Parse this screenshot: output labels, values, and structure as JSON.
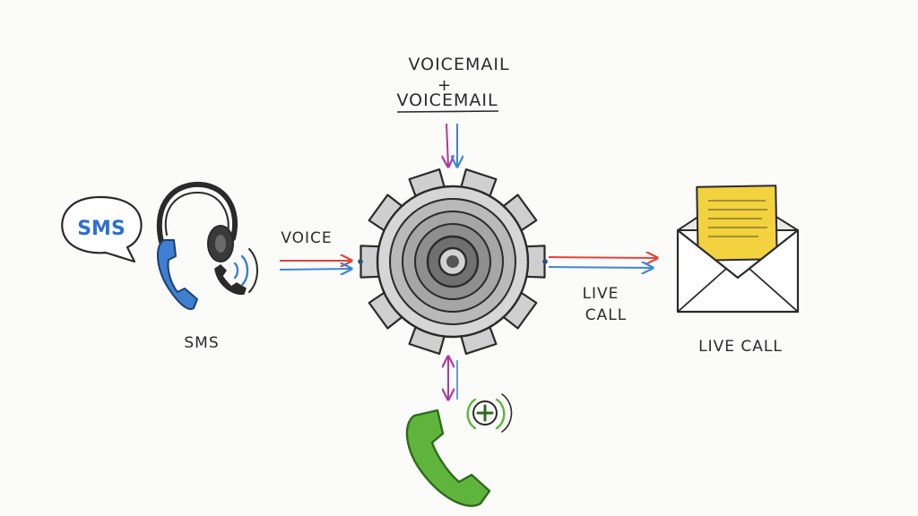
{
  "labels": {
    "voicemail_top": "VOICEMAIL",
    "plus": "+",
    "voicemail_bottom": "VOICEMAIL",
    "sms_bubble": "SMS",
    "sms": "SMS",
    "voice": "VOICE",
    "live_call_arrow_line1": "LIVE",
    "live_call_arrow_line2": "CALL",
    "live_call": "LIVE CALL"
  },
  "colors": {
    "ink": "#2a2a2a",
    "red_arrow": "#e0443e",
    "blue_arrow": "#3d86d8",
    "magenta_arrow": "#b0399a",
    "phone_blue": "#3f7fd1",
    "phone_green": "#5fb53c",
    "letter_yellow": "#f3d23f",
    "sms_text": "#2f6fd0"
  },
  "icons": [
    "headset-icon",
    "speech-bubble-icon",
    "phone-blue-icon",
    "phone-waves-icon",
    "gear-icon",
    "envelope-icon",
    "letter-icon",
    "phone-green-icon",
    "add-call-icon"
  ]
}
